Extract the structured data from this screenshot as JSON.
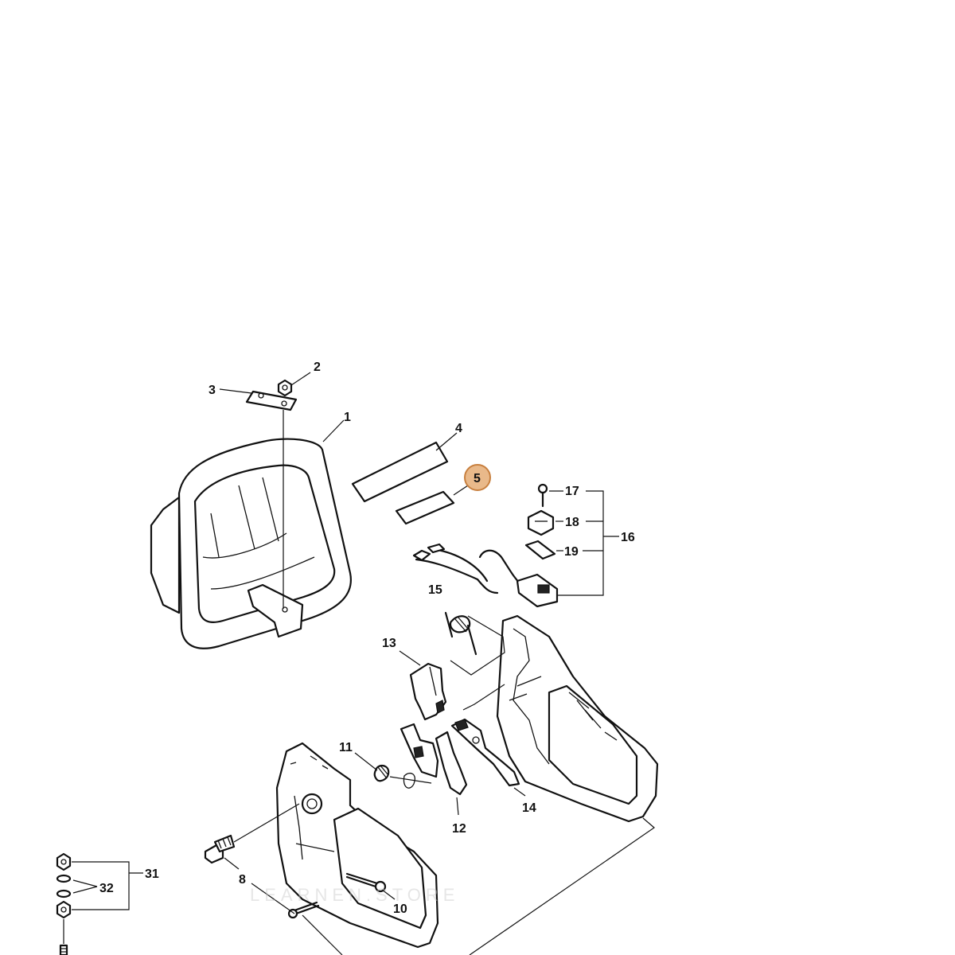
{
  "diagram": {
    "callouts": {
      "c1": "1",
      "c2": "2",
      "c3": "3",
      "c4": "4",
      "c5": "5",
      "c8": "8",
      "c10": "10",
      "c11": "11",
      "c12": "12",
      "c13": "13",
      "c14": "14",
      "c15": "15",
      "c16": "16",
      "c17": "17",
      "c18": "18",
      "c19": "19",
      "c31": "31",
      "c32": "32"
    },
    "highlighted_callout": "5",
    "highlight_color": "#e9b98a",
    "watermark_text": "LEARNEN.STORE"
  }
}
